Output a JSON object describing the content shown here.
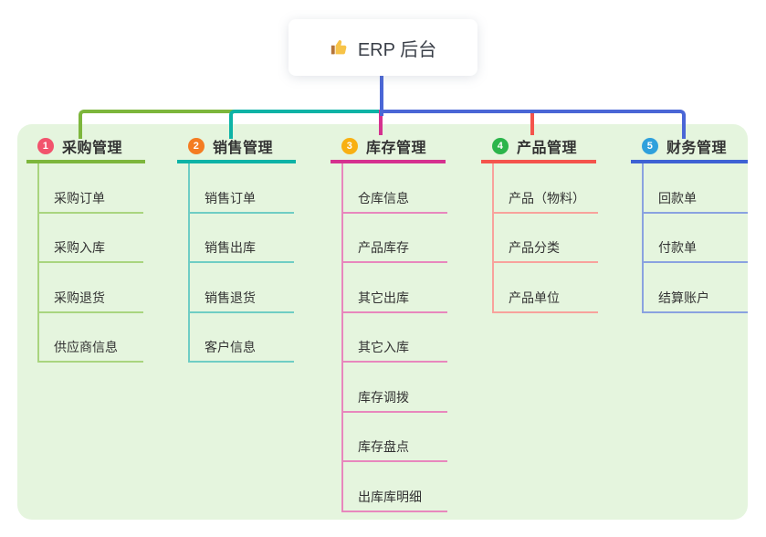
{
  "root": {
    "title": "ERP 后台",
    "icon": "thumbs-up-icon"
  },
  "colors": {
    "panel_bg": "#e5f5de",
    "connector_root": "#4a66d6"
  },
  "branches": [
    {
      "num": "1",
      "label": "采购管理",
      "circle_color": "#f2536d",
      "line_color": "#7db63c",
      "child_line_color": "#a9d57f",
      "children": [
        "采购订单",
        "采购入库",
        "采购退货",
        "供应商信息"
      ]
    },
    {
      "num": "2",
      "label": "销售管理",
      "circle_color": "#f47c22",
      "line_color": "#0db3a6",
      "child_line_color": "#6fcdc4",
      "children": [
        "销售订单",
        "销售出库",
        "销售退货",
        "客户信息"
      ]
    },
    {
      "num": "3",
      "label": "库存管理",
      "circle_color": "#f8b012",
      "line_color": "#d5318f",
      "child_line_color": "#e887bd",
      "children": [
        "仓库信息",
        "产品库存",
        "其它出库",
        "其它入库",
        "库存调拨",
        "库存盘点",
        "出库库明细"
      ]
    },
    {
      "num": "4",
      "label": "产品管理",
      "circle_color": "#2bb54b",
      "line_color": "#f4544c",
      "child_line_color": "#f8a29c",
      "children": [
        "产品（物料）",
        "产品分类",
        "产品单位"
      ]
    },
    {
      "num": "5",
      "label": "财务管理",
      "circle_color": "#2ea0dc",
      "line_color": "#3e62d4",
      "child_line_color": "#8aa2e0",
      "children": [
        "回款单",
        "付款单",
        "结算账户"
      ]
    }
  ]
}
